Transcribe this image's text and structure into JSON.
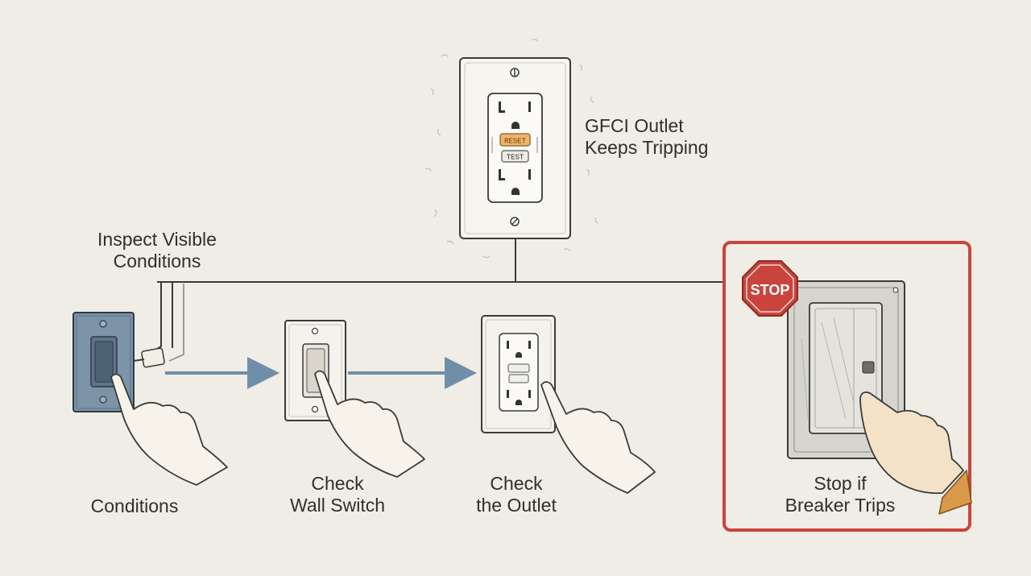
{
  "title": {
    "line1": "GFCI Outlet",
    "line2": "Keeps Tripping"
  },
  "steps": [
    {
      "id": "conditions",
      "heading_line1": "Inspect Visible",
      "heading_line2": "Conditions",
      "label_line1": "Conditions"
    },
    {
      "id": "switch",
      "label_line1": "Check",
      "label_line2": "Wall Switch"
    },
    {
      "id": "outlet",
      "label_line1": "Check",
      "label_line2": "the Outlet"
    },
    {
      "id": "breaker",
      "label_line1": "Stop if",
      "label_line2": "Breaker Trips",
      "sign_text": "STOP"
    }
  ],
  "outlet_buttons": {
    "reset": "RESET",
    "test": "TEST"
  },
  "colors": {
    "background": "#efede6",
    "line": "#3a3a3a",
    "arrow": "#6f8fa8",
    "alert_frame": "#c9443c",
    "stop_sign": "#c9443c",
    "reset_button": "#f0b46a",
    "hand_skin": "#f3e2c8"
  }
}
